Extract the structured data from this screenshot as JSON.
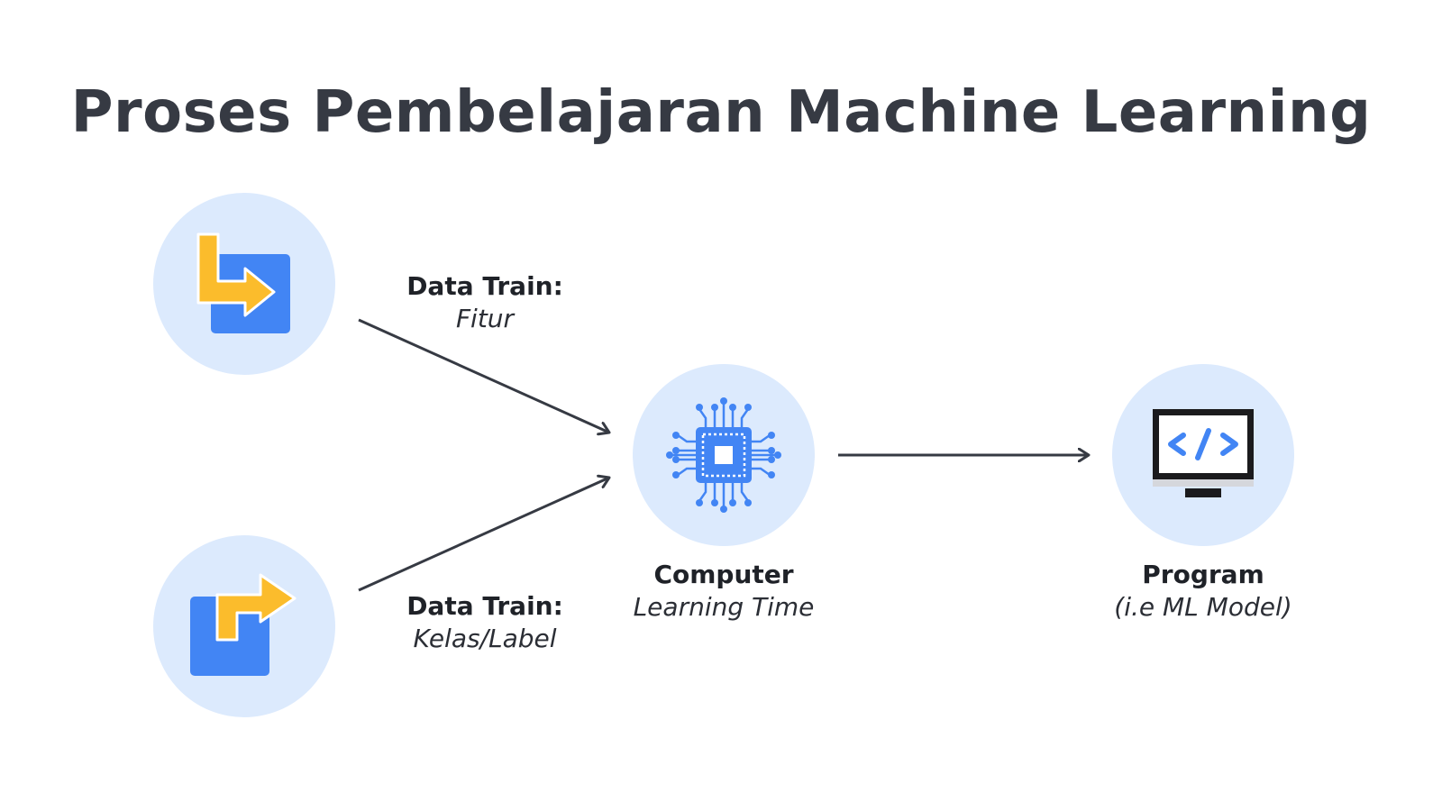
{
  "title": "Proses Pembelajaran Machine Learning",
  "nodes": {
    "features": {
      "heading": "Data Train:",
      "subheading": "Fitur",
      "icon": "arrow-down-right-icon"
    },
    "labels": {
      "heading": "Data Train:",
      "subheading": "Kelas/Label",
      "icon": "arrow-up-right-icon"
    },
    "computer": {
      "heading": "Computer",
      "subheading": "Learning Time",
      "icon": "cpu-chip-icon"
    },
    "program": {
      "heading": "Program",
      "subheading": "(i.e ML Model)",
      "icon": "code-monitor-icon"
    }
  },
  "colors": {
    "circle": "#dceafd",
    "blue": "#4285f4",
    "yellow": "#fbbc2c",
    "text": "#363a43",
    "arrow": "#363a43"
  }
}
